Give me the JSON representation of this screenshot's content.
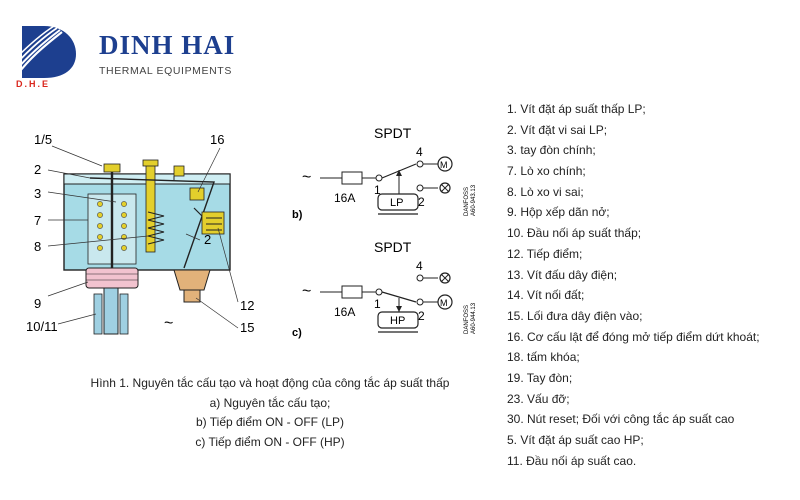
{
  "brand": {
    "name": "DINH HAI",
    "subtitle": "THERMAL EQUIPMENTS",
    "logo_text": "D.H.E",
    "colors": {
      "blue": "#1d3f8f",
      "red": "#d9261c"
    }
  },
  "figure": {
    "callouts": [
      "1/5",
      "2",
      "3",
      "7",
      "8",
      "9",
      "10/11",
      "16",
      "2",
      "12",
      "15",
      "~"
    ],
    "panel_b": {
      "title": "SPDT",
      "letter": "b)",
      "supply": "~",
      "fuse": "16A",
      "terminals": [
        "1",
        "4",
        "2"
      ],
      "bellows": "LP",
      "code_line1": "DANFOSS",
      "code_line2": "A60-943.13"
    },
    "panel_c": {
      "title": "SPDT",
      "letter": "c)",
      "supply": "~",
      "fuse": "16A",
      "terminals": [
        "1",
        "4",
        "2"
      ],
      "bellows": "HP",
      "code_line1": "DANFOSS",
      "code_line2": "A60-944.13"
    }
  },
  "caption": {
    "title": "Hình 1. Nguyên tắc cấu tạo và hoạt động của công tắc áp suất thấp",
    "lines": [
      "a) Nguyên tắc cấu tạo;",
      "b) Tiếp điểm ON - OFF (LP)",
      "c) Tiếp điểm ON - OFF (HP)"
    ]
  },
  "legend": [
    "1. Vít đặt áp suất thấp LP;",
    "2. Vít đặt vi sai LP;",
    "3. tay đòn chính;",
    "7. Lò xo chính;",
    "8. Lò xo vi sai;",
    "9. Hộp xếp dãn nở;",
    "10. Đầu nối áp suất thấp;",
    "12. Tiếp điểm;",
    "13. Vít đấu dây điện;",
    "14. Vít nối đất;",
    "15. Lối đưa dây điện vào;",
    "16. Cơ cấu lật để đóng mở tiếp điểm dứt khoát;",
    "18. tấm khóa;",
    "19. Tay đòn;",
    "23. Vấu đỡ;",
    "30. Nút reset; Đối với công tắc áp suất cao",
    "5. Vít đặt áp suất cao HP;",
    "11. Đầu nối áp suất cao."
  ]
}
